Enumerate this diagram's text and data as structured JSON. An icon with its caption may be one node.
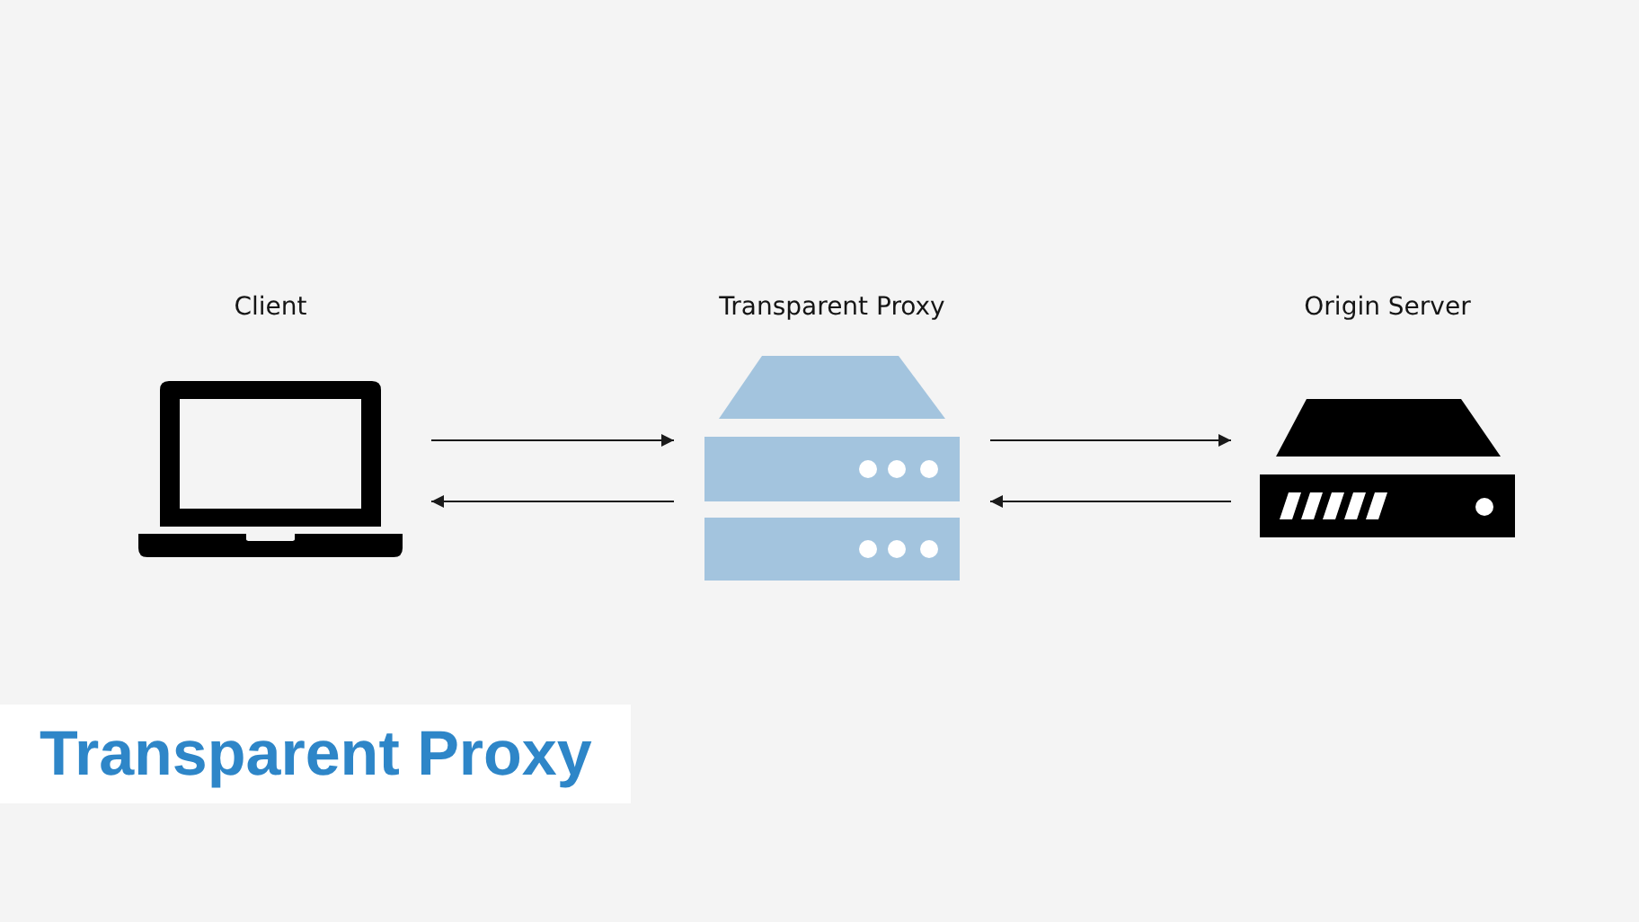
{
  "diagram": {
    "title": "Transparent Proxy",
    "nodes": [
      {
        "text": [
          "Client"
        ]
      },
      {
        "text": [
          "Transparent Proxy"
        ]
      },
      {
        "text": [
          "Origin Server"
        ]
      }
    ],
    "edges": [
      {
        "from": 0,
        "to": 1,
        "arrow": "to"
      },
      {
        "from": 1,
        "to": 0,
        "arrow": "to"
      },
      {
        "from": 1,
        "to": 2,
        "arrow": "to"
      },
      {
        "from": 2,
        "to": 1,
        "arrow": "to"
      }
    ]
  }
}
